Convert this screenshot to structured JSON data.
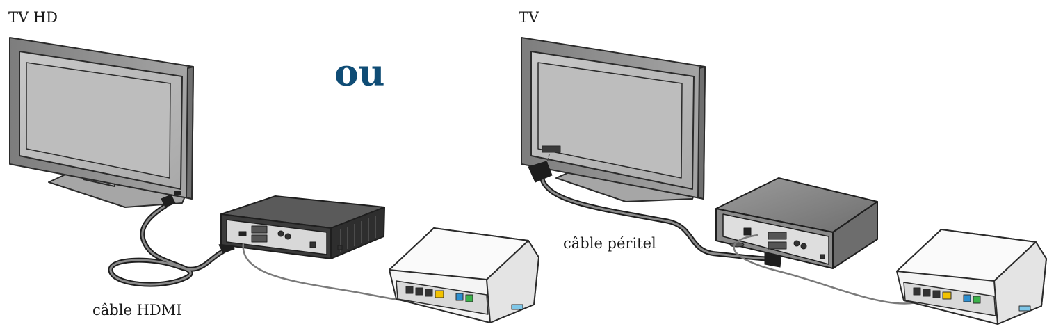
{
  "left_setup": {
    "tv_label": "TV HD",
    "cable_label": "câble HDMI"
  },
  "separator": "ou",
  "right_setup": {
    "tv_label": "TV",
    "cable_label": "câble péritel"
  },
  "colors": {
    "separator": "#0f4c75",
    "outline": "#2b2b2b",
    "tv_bezel": "#9a9a9a",
    "screen": "#b7b7b7",
    "box_dark": "#3a3a3a",
    "box_gray": "#8d8d8d",
    "router_body": "#f4f4f4",
    "port_yellow": "#f2c200",
    "port_blue": "#2d8fd0",
    "port_green": "#3bb24a",
    "router_light": "#7fc7e8"
  }
}
